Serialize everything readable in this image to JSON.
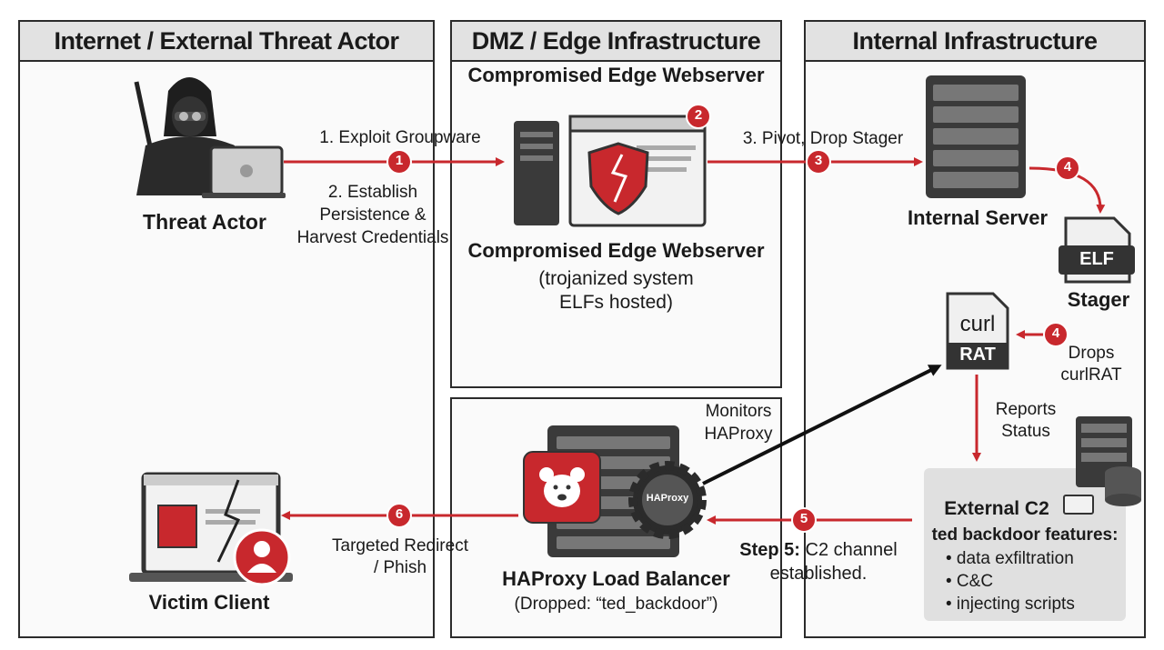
{
  "panels": {
    "left_title": "Internet / External Threat Actor",
    "mid_title": "DMZ / Edge Infrastructure",
    "right_title": "Internal Infrastructure"
  },
  "labels": {
    "mid_subtitle": "Compromised Edge Webserver",
    "threat_actor": "Threat Actor",
    "step1": "1. Exploit Groupware",
    "step2_l1": "2. Establish",
    "step2_l2": "Persistence &",
    "step2_l3": "Harvest Credentials",
    "edge_server": "Compromised Edge Webserver",
    "edge_sub1": "(trojanized system",
    "edge_sub2": "ELFs hosted)",
    "step3": "3. Pivot, Drop Stager",
    "internal_server": "Internal Server",
    "elf": "ELF",
    "stager": "Stager",
    "curl": "curl",
    "rat": "RAT",
    "drops_l1": "Drops",
    "drops_l2": "curlRAT",
    "reports_l1": "Reports",
    "reports_l2": "Status",
    "monitors_l1": "Monitors",
    "monitors_l2": "HAProxy",
    "haproxy_gear": "HAProxy",
    "haproxy_title": "HAProxy Load Balancer",
    "haproxy_sub": "(Dropped: “ted_backdoor”)",
    "step5_bold": "Step 5:",
    "step5_rest": " C2 channel",
    "step5_l2": "established.",
    "redirect_l1": "Targeted Redirect",
    "redirect_l2": "/ Phish",
    "victim": "Victim Client",
    "c2_title": "External C2",
    "c2_sub": "ted backdoor features:",
    "features": [
      "• data exfiltration",
      "• C&C",
      "• injecting scripts"
    ]
  },
  "badges": [
    "1",
    "2",
    "3",
    "4",
    "4",
    "5",
    "6"
  ],
  "colors": {
    "accent": "#c8282d",
    "dark": "#2b2b2b",
    "panel_head": "#e2e2e2"
  }
}
